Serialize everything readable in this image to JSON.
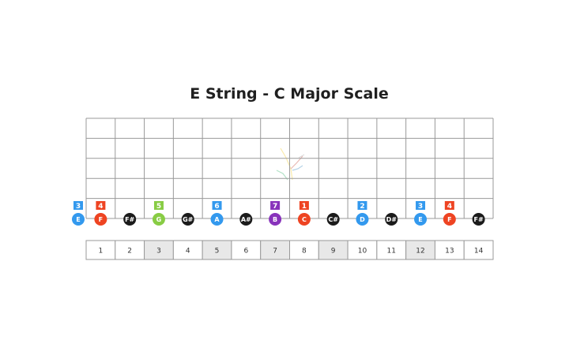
{
  "title": "E String - C Major Scale",
  "colors": {
    "grid_line": "#999999",
    "grid_line_dark": "#555555",
    "marker_fill": "#e8e8e8",
    "sharp_note": "#1b1b1b"
  },
  "strings": 6,
  "active_string": 6,
  "frets": [
    {
      "number": "1",
      "marker": false
    },
    {
      "number": "2",
      "marker": false
    },
    {
      "number": "3",
      "marker": true
    },
    {
      "number": "4",
      "marker": false
    },
    {
      "number": "5",
      "marker": true
    },
    {
      "number": "6",
      "marker": false
    },
    {
      "number": "7",
      "marker": true
    },
    {
      "number": "8",
      "marker": false
    },
    {
      "number": "9",
      "marker": true
    },
    {
      "number": "10",
      "marker": false
    },
    {
      "number": "11",
      "marker": false
    },
    {
      "number": "12",
      "marker": true
    },
    {
      "number": "13",
      "marker": false
    },
    {
      "number": "14",
      "marker": false
    }
  ],
  "notes": [
    {
      "fret": 0,
      "note": "E",
      "degree": "3",
      "color": "#3399ee"
    },
    {
      "fret": 1,
      "note": "F",
      "degree": "4",
      "color": "#ee4422"
    },
    {
      "fret": 2,
      "note": "F#",
      "degree": "",
      "color": "#1b1b1b"
    },
    {
      "fret": 3,
      "note": "G",
      "degree": "5",
      "color": "#88cc44"
    },
    {
      "fret": 4,
      "note": "G#",
      "degree": "",
      "color": "#1b1b1b"
    },
    {
      "fret": 5,
      "note": "A",
      "degree": "6",
      "color": "#3399ee"
    },
    {
      "fret": 6,
      "note": "A#",
      "degree": "",
      "color": "#1b1b1b"
    },
    {
      "fret": 7,
      "note": "B",
      "degree": "7",
      "color": "#8833bb"
    },
    {
      "fret": 8,
      "note": "C",
      "degree": "1",
      "color": "#ee4422"
    },
    {
      "fret": 9,
      "note": "C#",
      "degree": "",
      "color": "#1b1b1b"
    },
    {
      "fret": 10,
      "note": "D",
      "degree": "2",
      "color": "#3399ee"
    },
    {
      "fret": 11,
      "note": "D#",
      "degree": "",
      "color": "#1b1b1b"
    },
    {
      "fret": 12,
      "note": "E",
      "degree": "3",
      "color": "#3399ee"
    },
    {
      "fret": 13,
      "note": "F",
      "degree": "4",
      "color": "#ee4422"
    },
    {
      "fret": 14,
      "note": "F#",
      "degree": "",
      "color": "#1b1b1b"
    }
  ]
}
